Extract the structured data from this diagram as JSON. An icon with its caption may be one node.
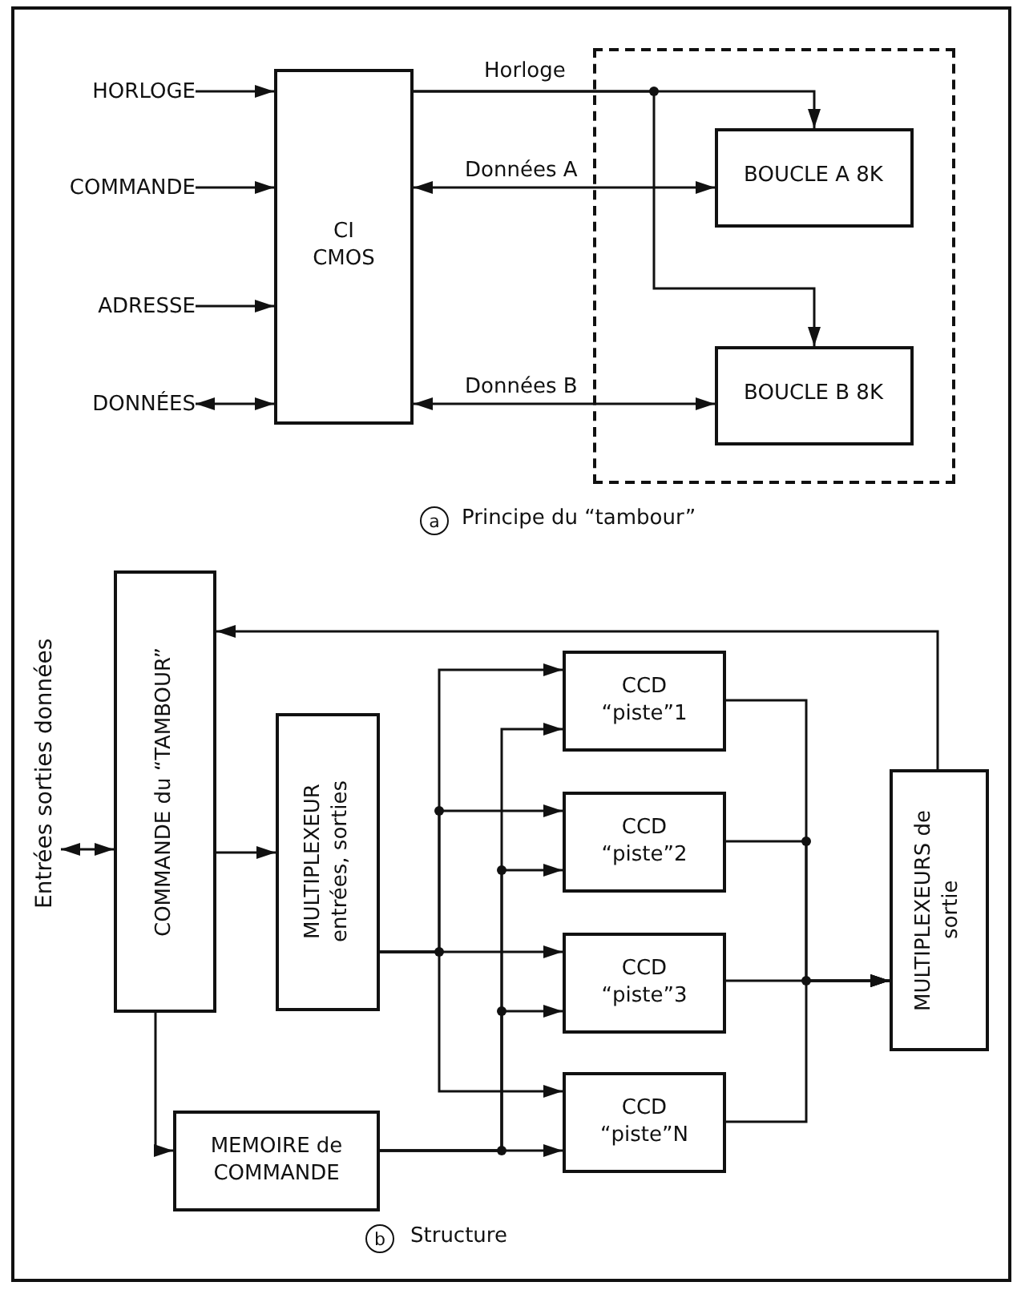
{
  "diagram": {
    "nodes": [
      {
        "text": [
          "HORLOGE"
        ]
      },
      {
        "text": [
          "COMMANDE"
        ]
      },
      {
        "text": [
          "ADRESSE"
        ]
      },
      {
        "text": [
          "DONNÉES"
        ]
      },
      {
        "text": [
          "CI CMOS"
        ]
      },
      {
        "text": [],
        "shape": "box"
      },
      {
        "text": [
          "BOUCLE A 8K"
        ],
        "in": 5
      },
      {
        "text": [
          "BOUCLE B 8K"
        ],
        "in": 5
      },
      {
        "text": [
          "Entrées sorties données"
        ]
      },
      {
        "text": [
          "COMMANDE du “TAMBOUR”"
        ]
      },
      {
        "text": [
          "MULTIPLEXEUR entrées, sorties"
        ]
      },
      {
        "text": [
          "MEMOIRE de COMMANDE"
        ]
      },
      {
        "text": [
          "CCD “piste”1"
        ]
      },
      {
        "text": [
          "CCD “piste”2"
        ]
      },
      {
        "text": [
          "CCD “piste”3"
        ]
      },
      {
        "text": [
          "CCD “piste”N"
        ]
      },
      {
        "text": [
          "MULTIPLEXEURS de sortie"
        ]
      }
    ],
    "edges": [
      {
        "from": 0,
        "to": 4,
        "arrow": "to"
      },
      {
        "from": 1,
        "to": 4,
        "arrow": "to"
      },
      {
        "from": 2,
        "to": 4,
        "arrow": "to"
      },
      {
        "from": 3,
        "to": 4,
        "arrow": "both"
      },
      {
        "from": 4,
        "to": 6,
        "arrow": "to",
        "label": "Horloge"
      },
      {
        "from": 4,
        "to": 7,
        "arrow": "to"
      },
      {
        "from": 4,
        "to": 6,
        "arrow": "both",
        "label": "Données A"
      },
      {
        "from": 4,
        "to": 7,
        "arrow": "both",
        "label": "Données B"
      },
      {
        "from": 8,
        "to": 9,
        "arrow": "both"
      },
      {
        "from": 9,
        "to": 10,
        "arrow": "to"
      },
      {
        "from": 9,
        "to": 11,
        "arrow": "to"
      },
      {
        "from": 10,
        "to": 12,
        "arrow": "to"
      },
      {
        "from": 10,
        "to": 13,
        "arrow": "to"
      },
      {
        "from": 10,
        "to": 14,
        "arrow": "to"
      },
      {
        "from": 10,
        "to": 15,
        "arrow": "to"
      },
      {
        "from": 11,
        "to": 12,
        "arrow": "to"
      },
      {
        "from": 11,
        "to": 13,
        "arrow": "to"
      },
      {
        "from": 11,
        "to": 14,
        "arrow": "to"
      },
      {
        "from": 11,
        "to": 15,
        "arrow": "to"
      },
      {
        "from": 12,
        "to": 16,
        "arrow": "to"
      },
      {
        "from": 13,
        "to": 16,
        "arrow": "to"
      },
      {
        "from": 14,
        "to": 16,
        "arrow": "to"
      },
      {
        "from": 15,
        "to": 16,
        "arrow": "to"
      },
      {
        "from": 16,
        "to": 9,
        "arrow": "to"
      }
    ],
    "labels": [
      "a",
      "Principe du “tambour”",
      "b",
      "Structure"
    ]
  }
}
